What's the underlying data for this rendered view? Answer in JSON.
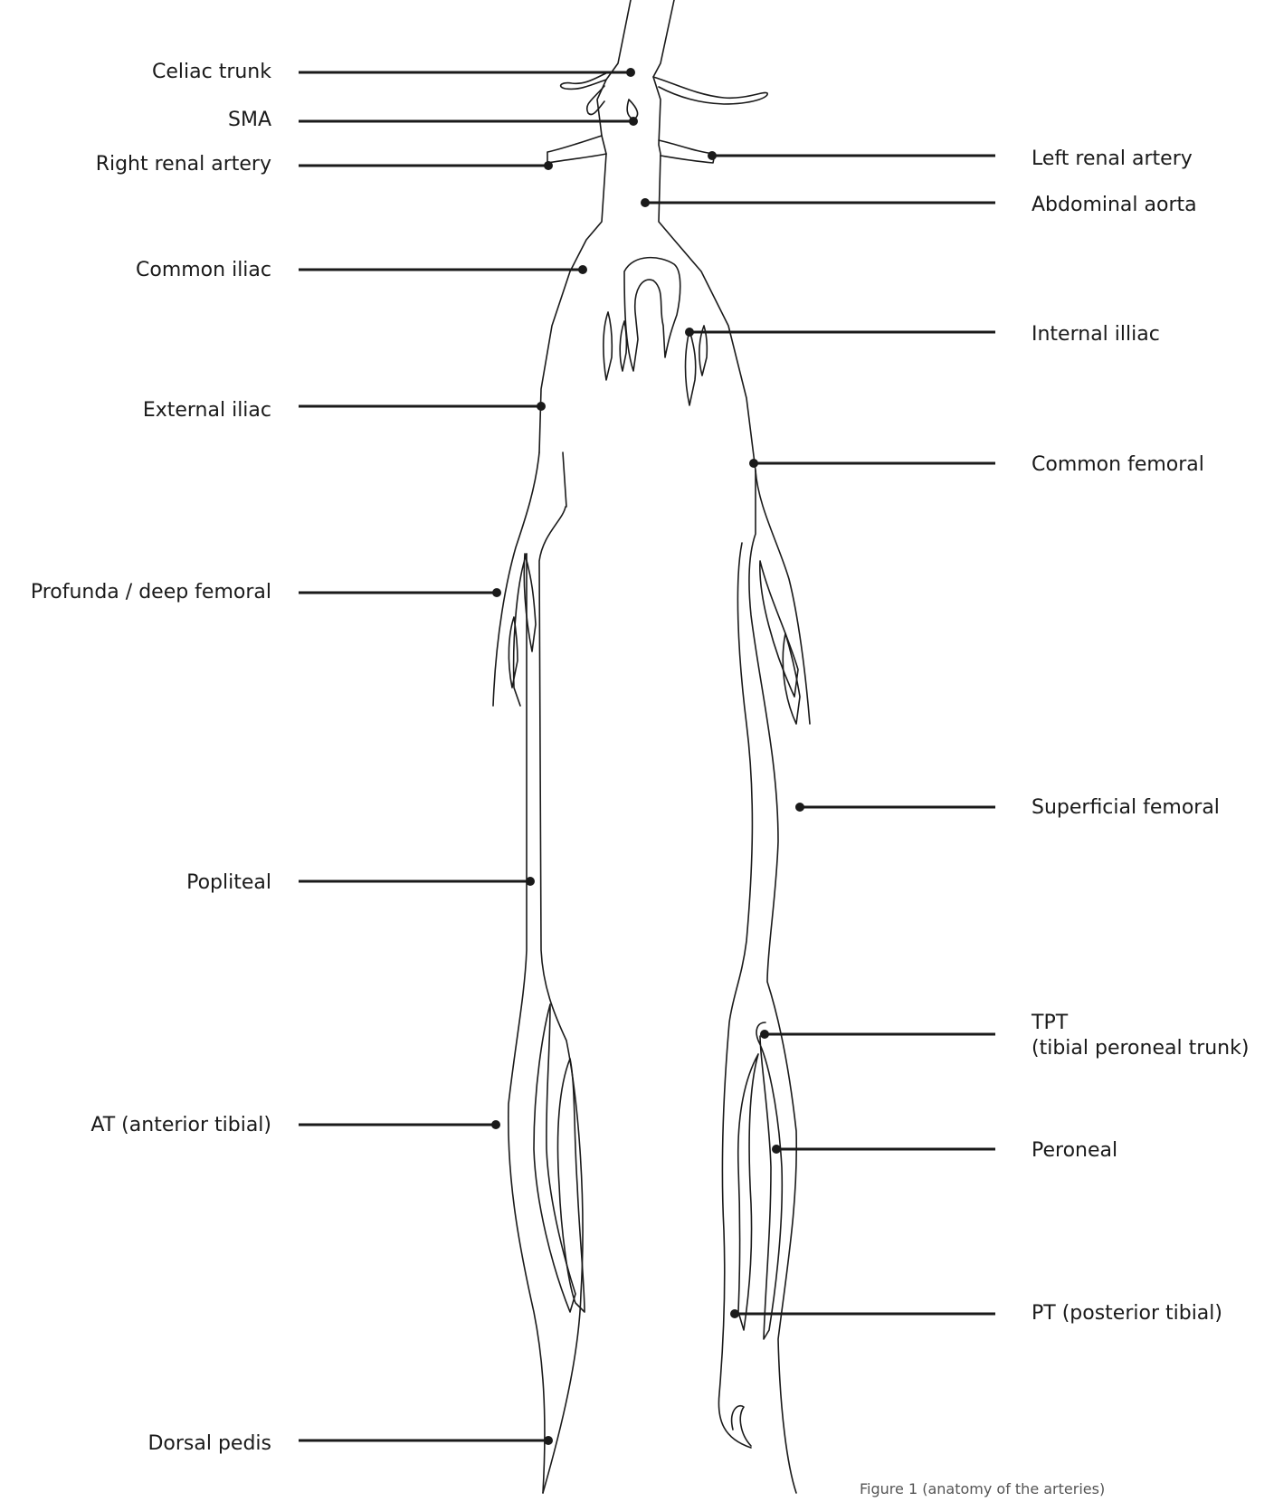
{
  "labels": {
    "celiac_trunk": "Celiac trunk",
    "sma": "SMA",
    "right_renal": "Right renal artery",
    "left_renal": "Left renal artery",
    "abdominal_aorta": "Abdominal aorta",
    "common_iliac": "Common iliac",
    "internal_iliac": "Internal illiac",
    "external_iliac": "External iliac",
    "common_femoral": "Common femoral",
    "profunda": "Profunda / deep femoral",
    "superficial_femoral": "Superficial femoral",
    "popliteal": "Popliteal",
    "tpt_line1": "TPT",
    "tpt_line2": "(tibial peroneal trunk)",
    "anterior_tibial": "AT (anterior tibial)",
    "peroneal": "Peroneal",
    "posterior_tibial": "PT (posterior tibial)",
    "dorsal_pedis": "Dorsal pedis"
  },
  "caption": "Figure 1 (anatomy of the arteries)"
}
